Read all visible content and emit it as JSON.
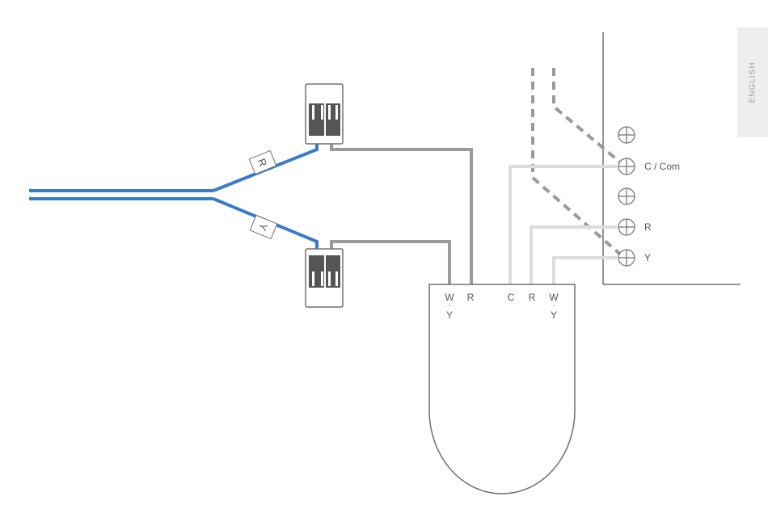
{
  "language_tab": {
    "label": "ENGLISH"
  },
  "wire_tags": {
    "r": "R",
    "y": "Y"
  },
  "device": {
    "left_terminals": {
      "wy_top": "W",
      "wy_dot": "·",
      "wy_bottom": "Y",
      "r": "R"
    },
    "right_terminals": {
      "c": "C",
      "r": "R",
      "wy_top": "W",
      "wy_dot": "·",
      "wy_bottom": "Y"
    }
  },
  "panel_terminals": {
    "c_com": "C / Com",
    "r": "R",
    "y": "Y"
  },
  "colors": {
    "blue_wire": "#3a7ac9",
    "dark_gray_wire": "#9a9a9a",
    "light_gray_wire": "#dcdcdc",
    "outline": "#707070"
  }
}
